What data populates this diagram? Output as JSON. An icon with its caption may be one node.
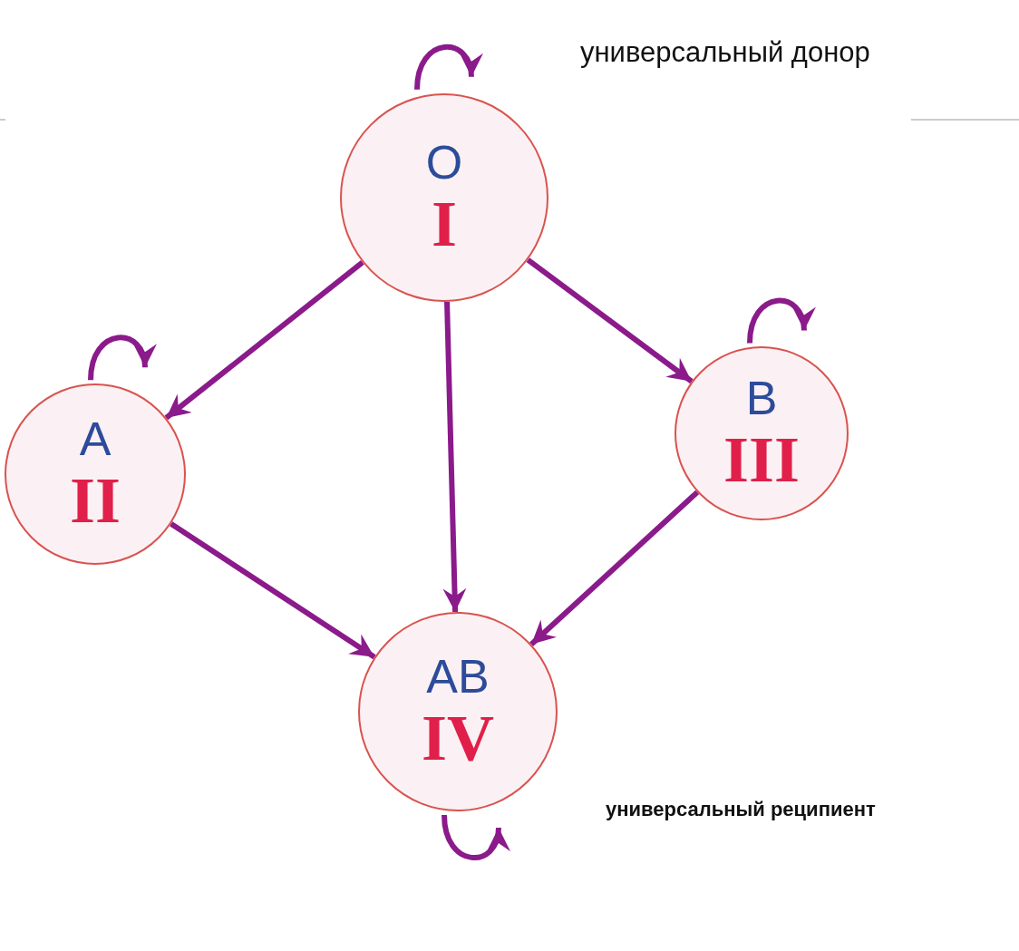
{
  "diagram": {
    "nodes": [
      {
        "text": [
          "O",
          "I"
        ]
      },
      {
        "text": [
          "A",
          "II"
        ]
      },
      {
        "text": [
          "B",
          "III"
        ]
      },
      {
        "text": [
          "AB",
          "IV"
        ]
      }
    ],
    "edges": [
      {
        "from": 0,
        "to": 0,
        "arrow": "to"
      },
      {
        "from": 1,
        "to": 1,
        "arrow": "to"
      },
      {
        "from": 2,
        "to": 2,
        "arrow": "to"
      },
      {
        "from": 3,
        "to": 3,
        "arrow": "to"
      },
      {
        "from": 0,
        "to": 1,
        "arrow": "to"
      },
      {
        "from": 0,
        "to": 3,
        "arrow": "to"
      },
      {
        "from": 0,
        "to": 2,
        "arrow": "to"
      },
      {
        "from": 1,
        "to": 3,
        "arrow": "to"
      },
      {
        "from": 2,
        "to": 3,
        "arrow": "to"
      }
    ],
    "labels": [
      "универсальный донор",
      "универсальный реципиент"
    ]
  }
}
